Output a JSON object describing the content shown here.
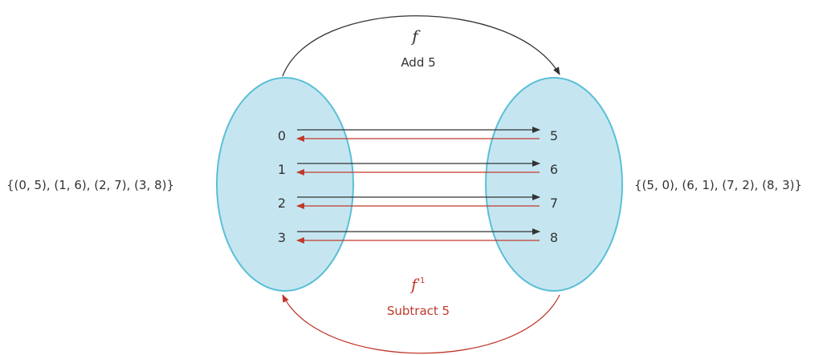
{
  "colors": {
    "ellipse_fill": "#c5e6f1",
    "ellipse_stroke": "#5bbfd6",
    "forward_arrow": "#333333",
    "inverse_arrow": "#c0392b",
    "text": "#333333"
  },
  "function": {
    "name": "f",
    "rule": "Add 5"
  },
  "inverse": {
    "name": "f",
    "superscript": "-1",
    "rule": "Subtract 5"
  },
  "domain_values": [
    "0",
    "1",
    "2",
    "3"
  ],
  "range_values": [
    "5",
    "6",
    "7",
    "8"
  ],
  "left_set": "{(0, 5), (1, 6), (2, 7), (3, 8)}",
  "right_set": "{(5, 0), (6, 1), (7, 2), (8, 3)}"
}
